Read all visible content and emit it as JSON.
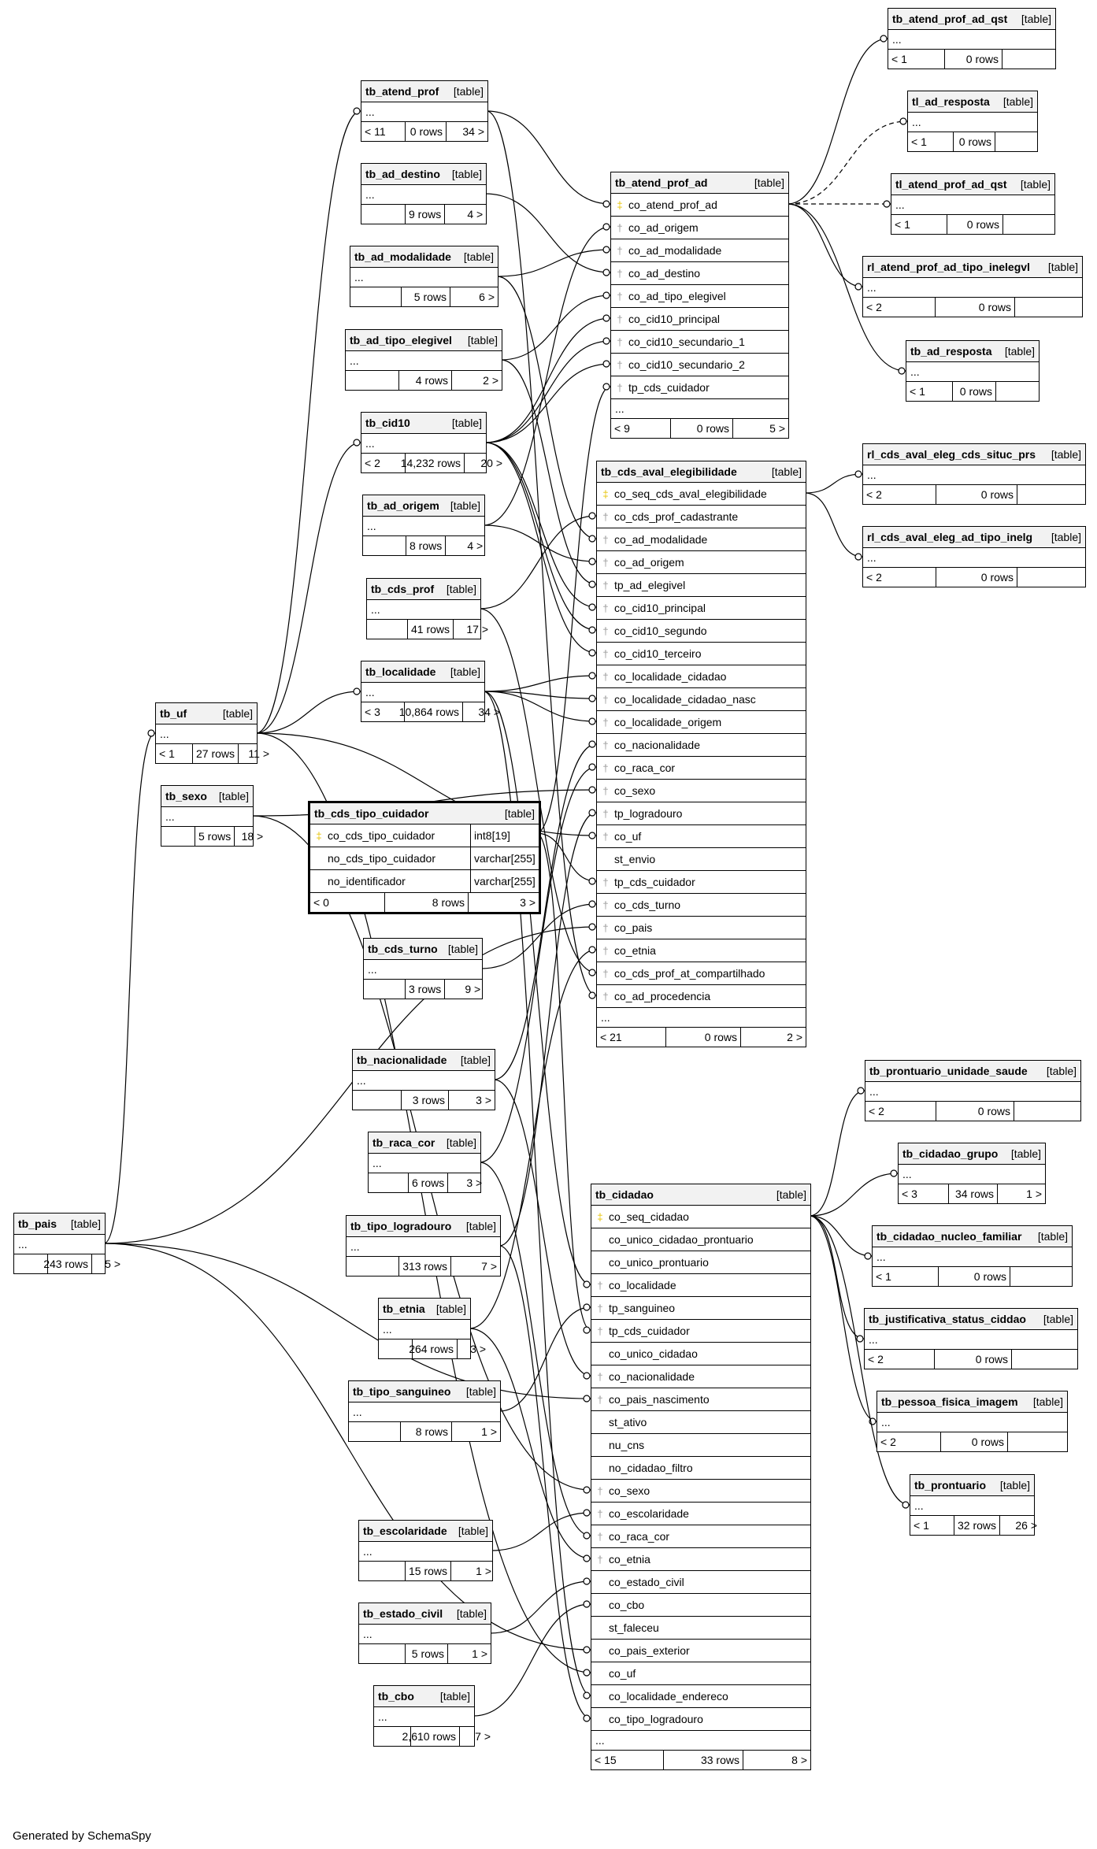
{
  "footer": "Generated by SchemaSpy",
  "tables": [
    {
      "id": "tb_atend_prof_ad_qst",
      "name": "tb_atend_prof_ad_qst",
      "type": "[table]",
      "footer": {
        "children": "< 1",
        "rows": "0 rows",
        "parents": ""
      }
    },
    {
      "id": "tl_ad_resposta",
      "name": "tl_ad_resposta",
      "type": "[table]",
      "footer": {
        "children": "< 1",
        "rows": "0 rows",
        "parents": ""
      }
    },
    {
      "id": "tl_atend_prof_ad_qst",
      "name": "tl_atend_prof_ad_qst",
      "type": "[table]",
      "footer": {
        "children": "< 1",
        "rows": "0 rows",
        "parents": ""
      }
    },
    {
      "id": "rl_atend_prof_ad_tipo_inelegvl",
      "name": "rl_atend_prof_ad_tipo_inelegvl",
      "type": "[table]",
      "footer": {
        "children": "< 2",
        "rows": "0 rows",
        "parents": ""
      }
    },
    {
      "id": "tb_ad_resposta",
      "name": "tb_ad_resposta",
      "type": "[table]",
      "footer": {
        "children": "< 1",
        "rows": "0 rows",
        "parents": ""
      }
    },
    {
      "id": "tb_atend_prof",
      "name": "tb_atend_prof",
      "type": "[table]",
      "footer": {
        "children": "< 11",
        "rows": "0 rows",
        "parents": "34 >"
      }
    },
    {
      "id": "tb_ad_destino",
      "name": "tb_ad_destino",
      "type": "[table]",
      "footer": {
        "children": "",
        "rows": "9 rows",
        "parents": "4 >"
      }
    },
    {
      "id": "tb_ad_modalidade",
      "name": "tb_ad_modalidade",
      "type": "[table]",
      "footer": {
        "children": "",
        "rows": "5 rows",
        "parents": "6 >"
      }
    },
    {
      "id": "tb_ad_tipo_elegivel",
      "name": "tb_ad_tipo_elegivel",
      "type": "[table]",
      "footer": {
        "children": "",
        "rows": "4 rows",
        "parents": "2 >"
      }
    },
    {
      "id": "tb_cid10",
      "name": "tb_cid10",
      "type": "[table]",
      "footer": {
        "children": "< 2",
        "rows": "14,232 rows",
        "parents": "20 >"
      }
    },
    {
      "id": "tb_ad_origem",
      "name": "tb_ad_origem",
      "type": "[table]",
      "footer": {
        "children": "",
        "rows": "8 rows",
        "parents": "4 >"
      }
    },
    {
      "id": "tb_cds_prof",
      "name": "tb_cds_prof",
      "type": "[table]",
      "footer": {
        "children": "",
        "rows": "41 rows",
        "parents": "17 >"
      }
    },
    {
      "id": "tb_localidade",
      "name": "tb_localidade",
      "type": "[table]",
      "footer": {
        "children": "< 3",
        "rows": "10,864 rows",
        "parents": "34 >"
      }
    },
    {
      "id": "tb_uf",
      "name": "tb_uf",
      "type": "[table]",
      "footer": {
        "children": "< 1",
        "rows": "27 rows",
        "parents": "11 >"
      }
    },
    {
      "id": "tb_sexo",
      "name": "tb_sexo",
      "type": "[table]",
      "footer": {
        "children": "",
        "rows": "5 rows",
        "parents": "18 >"
      }
    },
    {
      "id": "tb_cds_turno",
      "name": "tb_cds_turno",
      "type": "[table]",
      "footer": {
        "children": "",
        "rows": "3 rows",
        "parents": "9 >"
      }
    },
    {
      "id": "tb_nacionalidade",
      "name": "tb_nacionalidade",
      "type": "[table]",
      "footer": {
        "children": "",
        "rows": "3 rows",
        "parents": "3 >"
      }
    },
    {
      "id": "tb_raca_cor",
      "name": "tb_raca_cor",
      "type": "[table]",
      "footer": {
        "children": "",
        "rows": "6 rows",
        "parents": "3 >"
      }
    },
    {
      "id": "tb_pais",
      "name": "tb_pais",
      "type": "[table]",
      "footer": {
        "children": "",
        "rows": "243 rows",
        "parents": "5 >"
      }
    },
    {
      "id": "tb_tipo_logradouro",
      "name": "tb_tipo_logradouro",
      "type": "[table]",
      "footer": {
        "children": "",
        "rows": "313 rows",
        "parents": "7 >"
      }
    },
    {
      "id": "tb_etnia",
      "name": "tb_etnia",
      "type": "[table]",
      "footer": {
        "children": "",
        "rows": "264 rows",
        "parents": "3 >"
      }
    },
    {
      "id": "tb_tipo_sanguineo",
      "name": "tb_tipo_sanguineo",
      "type": "[table]",
      "footer": {
        "children": "",
        "rows": "8 rows",
        "parents": "1 >"
      }
    },
    {
      "id": "tb_escolaridade",
      "name": "tb_escolaridade",
      "type": "[table]",
      "footer": {
        "children": "",
        "rows": "15 rows",
        "parents": "1 >"
      }
    },
    {
      "id": "tb_estado_civil",
      "name": "tb_estado_civil",
      "type": "[table]",
      "footer": {
        "children": "",
        "rows": "5 rows",
        "parents": "1 >"
      }
    },
    {
      "id": "tb_cbo",
      "name": "tb_cbo",
      "type": "[table]",
      "footer": {
        "children": "",
        "rows": "2,610 rows",
        "parents": "7 >"
      }
    },
    {
      "id": "rl_cds_aval_eleg_cds_situc_prs",
      "name": "rl_cds_aval_eleg_cds_situc_prs",
      "type": "[table]",
      "footer": {
        "children": "< 2",
        "rows": "0 rows",
        "parents": ""
      }
    },
    {
      "id": "rl_cds_aval_eleg_ad_tipo_inelg",
      "name": "rl_cds_aval_eleg_ad_tipo_inelg",
      "type": "[table]",
      "footer": {
        "children": "< 2",
        "rows": "0 rows",
        "parents": ""
      }
    },
    {
      "id": "tb_prontuario_unidade_saude",
      "name": "tb_prontuario_unidade_saude",
      "type": "[table]",
      "footer": {
        "children": "< 2",
        "rows": "0 rows",
        "parents": ""
      }
    },
    {
      "id": "tb_cidadao_grupo",
      "name": "tb_cidadao_grupo",
      "type": "[table]",
      "footer": {
        "children": "< 3",
        "rows": "34 rows",
        "parents": "1 >"
      }
    },
    {
      "id": "tb_cidadao_nucleo_familiar",
      "name": "tb_cidadao_nucleo_familiar",
      "type": "[table]",
      "footer": {
        "children": "< 1",
        "rows": "0 rows",
        "parents": ""
      }
    },
    {
      "id": "tb_justificativa_status_ciddao",
      "name": "tb_justificativa_status_ciddao",
      "type": "[table]",
      "footer": {
        "children": "< 2",
        "rows": "0 rows",
        "parents": ""
      }
    },
    {
      "id": "tb_pessoa_fisica_imagem",
      "name": "tb_pessoa_fisica_imagem",
      "type": "[table]",
      "footer": {
        "children": "< 2",
        "rows": "0 rows",
        "parents": ""
      }
    },
    {
      "id": "tb_prontuario",
      "name": "tb_prontuario",
      "type": "[table]",
      "footer": {
        "children": "< 1",
        "rows": "32 rows",
        "parents": "26 >"
      }
    },
    {
      "id": "tb_atend_prof_ad",
      "name": "tb_atend_prof_ad",
      "type": "[table]",
      "footer": {
        "children": "< 9",
        "rows": "0 rows",
        "parents": "5 >"
      },
      "columns": [
        {
          "name": "co_atend_prof_ad",
          "key": "pk"
        },
        {
          "name": "co_ad_origem",
          "key": "fk"
        },
        {
          "name": "co_ad_modalidade",
          "key": "fk"
        },
        {
          "name": "co_ad_destino",
          "key": "fk"
        },
        {
          "name": "co_ad_tipo_elegivel",
          "key": "fk"
        },
        {
          "name": "co_cid10_principal",
          "key": "fk"
        },
        {
          "name": "co_cid10_secundario_1",
          "key": "fk"
        },
        {
          "name": "co_cid10_secundario_2",
          "key": "fk"
        },
        {
          "name": "tp_cds_cuidador",
          "key": "fk"
        }
      ]
    },
    {
      "id": "tb_cds_aval_elegibilidade",
      "name": "tb_cds_aval_elegibilidade",
      "type": "[table]",
      "footer": {
        "children": "< 21",
        "rows": "0 rows",
        "parents": "2 >"
      },
      "columns": [
        {
          "name": "co_seq_cds_aval_elegibilidade",
          "key": "pk"
        },
        {
          "name": "co_cds_prof_cadastrante",
          "key": "fk"
        },
        {
          "name": "co_ad_modalidade",
          "key": "fk"
        },
        {
          "name": "co_ad_origem",
          "key": "fk"
        },
        {
          "name": "tp_ad_elegivel",
          "key": "fk"
        },
        {
          "name": "co_cid10_principal",
          "key": "fk"
        },
        {
          "name": "co_cid10_segundo",
          "key": "fk"
        },
        {
          "name": "co_cid10_terceiro",
          "key": "fk"
        },
        {
          "name": "co_localidade_cidadao",
          "key": "fk"
        },
        {
          "name": "co_localidade_cidadao_nasc",
          "key": "fk"
        },
        {
          "name": "co_localidade_origem",
          "key": "fk"
        },
        {
          "name": "co_nacionalidade",
          "key": "fk"
        },
        {
          "name": "co_raca_cor",
          "key": "fk"
        },
        {
          "name": "co_sexo",
          "key": "fk"
        },
        {
          "name": "tp_logradouro",
          "key": "fk"
        },
        {
          "name": "co_uf",
          "key": "fk"
        },
        {
          "name": "st_envio",
          "key": "none"
        },
        {
          "name": "tp_cds_cuidador",
          "key": "fk"
        },
        {
          "name": "co_cds_turno",
          "key": "fk"
        },
        {
          "name": "co_pais",
          "key": "fk"
        },
        {
          "name": "co_etnia",
          "key": "fk"
        },
        {
          "name": "co_cds_prof_at_compartilhado",
          "key": "fk"
        },
        {
          "name": "co_ad_procedencia",
          "key": "fk"
        }
      ]
    },
    {
      "id": "tb_cds_tipo_cuidador",
      "name": "tb_cds_tipo_cuidador",
      "type": "[table]",
      "focus": true,
      "footer": {
        "children": "< 0",
        "rows": "8 rows",
        "parents": "3 >"
      },
      "columns": [
        {
          "name": "co_cds_tipo_cuidador",
          "key": "pk",
          "ctype": "int8[19]"
        },
        {
          "name": "no_cds_tipo_cuidador",
          "key": "none",
          "ctype": "varchar[255]"
        },
        {
          "name": "no_identificador",
          "key": "none",
          "ctype": "varchar[255]"
        }
      ]
    },
    {
      "id": "tb_cidadao",
      "name": "tb_cidadao",
      "type": "[table]",
      "footer": {
        "children": "< 15",
        "rows": "33 rows",
        "parents": "8 >"
      },
      "columns": [
        {
          "name": "co_seq_cidadao",
          "key": "pk"
        },
        {
          "name": "co_unico_cidadao_prontuario",
          "key": "none"
        },
        {
          "name": "co_unico_prontuario",
          "key": "none"
        },
        {
          "name": "co_localidade",
          "key": "fk"
        },
        {
          "name": "tp_sanguineo",
          "key": "fk"
        },
        {
          "name": "tp_cds_cuidador",
          "key": "fk"
        },
        {
          "name": "co_unico_cidadao",
          "key": "none"
        },
        {
          "name": "co_nacionalidade",
          "key": "fk"
        },
        {
          "name": "co_pais_nascimento",
          "key": "fk"
        },
        {
          "name": "st_ativo",
          "key": "none"
        },
        {
          "name": "nu_cns",
          "key": "none"
        },
        {
          "name": "no_cidadao_filtro",
          "key": "none"
        },
        {
          "name": "co_sexo",
          "key": "fk"
        },
        {
          "name": "co_escolaridade",
          "key": "fk"
        },
        {
          "name": "co_raca_cor",
          "key": "fk"
        },
        {
          "name": "co_etnia",
          "key": "fk"
        },
        {
          "name": "co_estado_civil",
          "key": "none"
        },
        {
          "name": "co_cbo",
          "key": "none"
        },
        {
          "name": "st_faleceu",
          "key": "none"
        },
        {
          "name": "co_pais_exterior",
          "key": "none"
        },
        {
          "name": "co_uf",
          "key": "none"
        },
        {
          "name": "co_localidade_endereco",
          "key": "none"
        },
        {
          "name": "co_tipo_logradouro",
          "key": "none"
        }
      ]
    }
  ]
}
